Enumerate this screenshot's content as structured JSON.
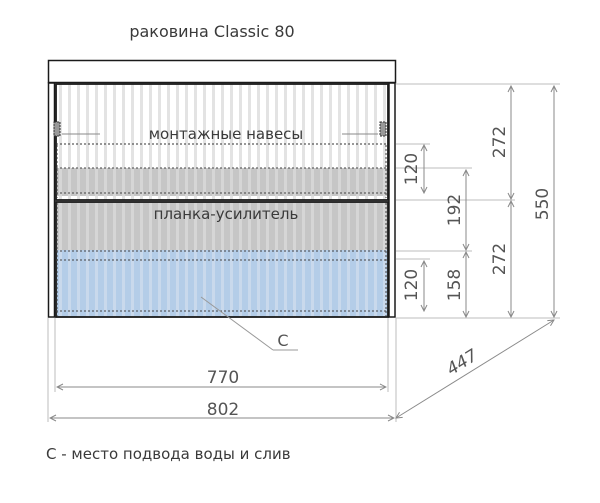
{
  "title": "раковина Classic 80",
  "labels": {
    "mounting": "монтажные навесы",
    "stiffener": "планка-усилитель",
    "c_marker": "C"
  },
  "legend": "C - место подвода воды и слив",
  "dimensions": {
    "inner_width": "770",
    "outer_width": "802",
    "depth": "447",
    "total_height": "550",
    "upper_drawer_height": "272",
    "lower_drawer_height": "272",
    "upper_gap": "120",
    "lower_gap": "120",
    "mid_height": "192",
    "bottom_height": "158"
  },
  "colors": {
    "outline": "#1a1a1a",
    "stripe_light": "#ffffff",
    "stripe_line": "#d8d8d8",
    "grey_band": "#c4c4c4",
    "blue_zone": "#b7d0ea",
    "dim_line": "#9a9a9a"
  }
}
